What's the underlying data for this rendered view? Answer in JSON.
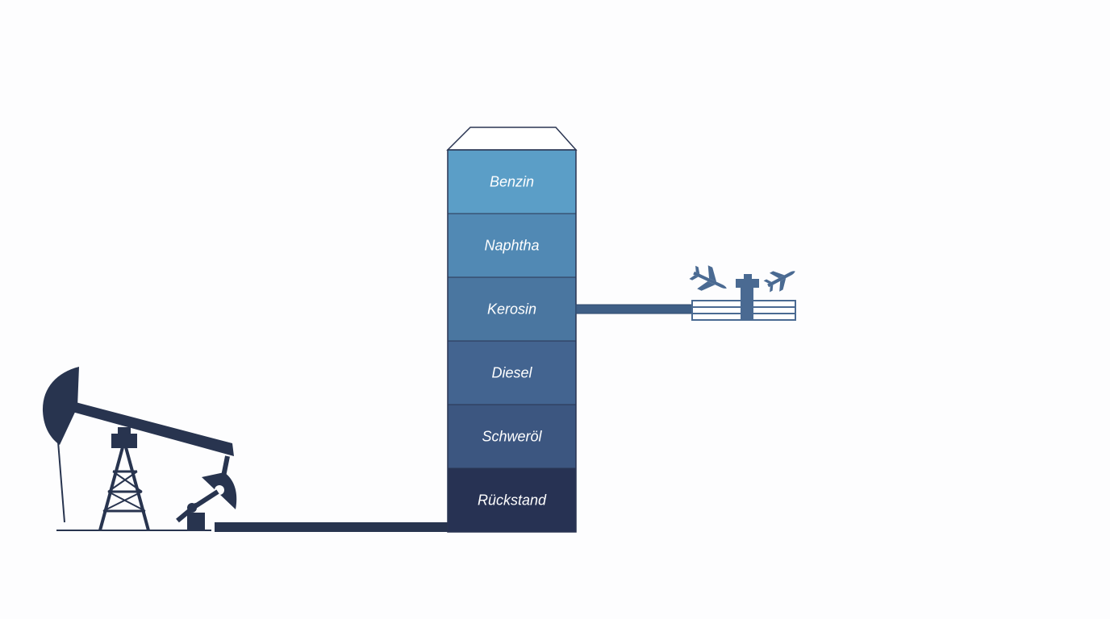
{
  "colors": {
    "background": "#fdfdfe",
    "dark": "#28344f",
    "pipe": "#3f5f86",
    "outline": "#2a3552",
    "airport": "#4a6a92"
  },
  "icons": {
    "left": "oil-pumpjack-icon",
    "right": "airport-with-planes-icon"
  },
  "column": {
    "fractions": [
      {
        "label": "Benzin",
        "color": "#5b9ec7"
      },
      {
        "label": "Naphtha",
        "color": "#5189b4"
      },
      {
        "label": "Kerosin",
        "color": "#4a76a0"
      },
      {
        "label": "Diesel",
        "color": "#436490"
      },
      {
        "label": "Schweröl",
        "color": "#3c5680"
      },
      {
        "label": "Rückstand",
        "color": "#273253"
      }
    ],
    "highlighted_output": "Kerosin"
  }
}
